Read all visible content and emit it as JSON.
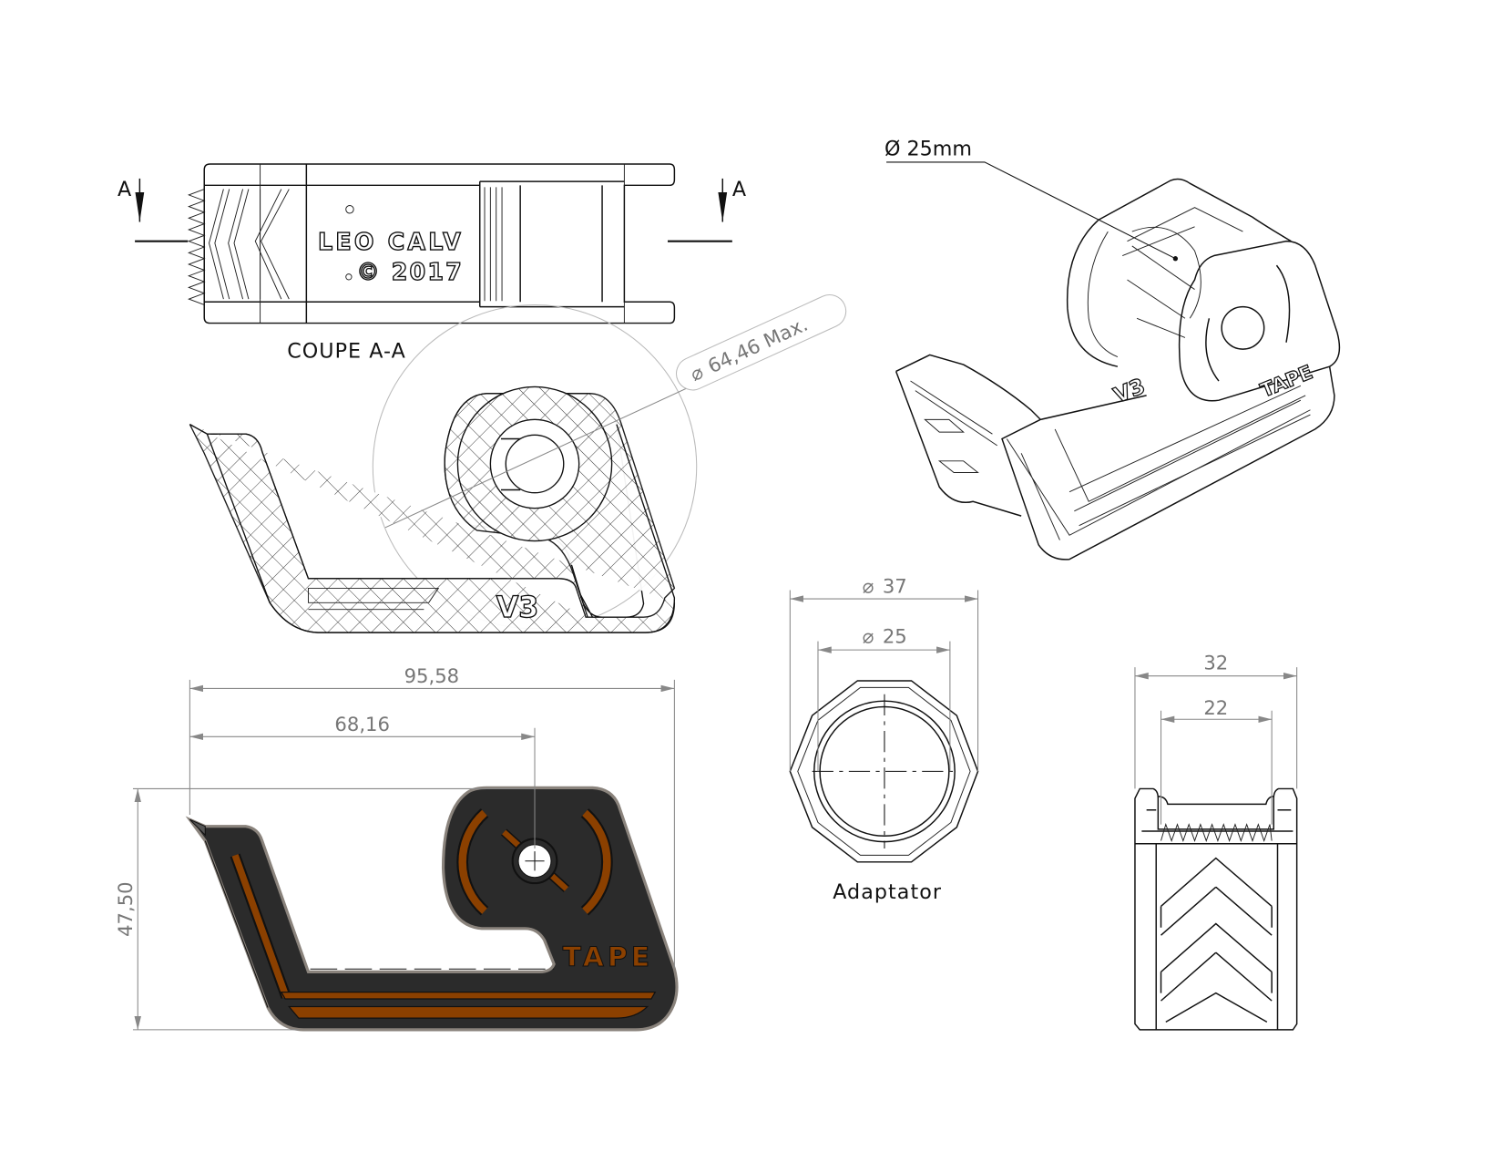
{
  "colors": {
    "body_dark": "#2b2b2b",
    "accent_orange": "#8b4000",
    "edge_grey": "#8a837c",
    "dimension_grey": "#888888"
  },
  "section_view": {
    "label": "COUPE A-A",
    "cut_marker_left": "A",
    "cut_marker_right": "A",
    "engraving_line1": "LEO CALV",
    "engraving_line2": "© 2017"
  },
  "side_view": {
    "max_roll_diameter": "64,46 Max.",
    "diameter_symbol": "⌀",
    "emboss_text": "V3"
  },
  "iso_view": {
    "callout": "Ø 25mm",
    "emboss_v": "V3",
    "emboss_tape": "TAPE"
  },
  "colored_view": {
    "emboss_text": "TAPE",
    "dim_length": "95,58",
    "dim_axis": "68,16",
    "dim_height": "47,50"
  },
  "adaptator": {
    "label": "Adaptator",
    "dim_outer": "37",
    "dim_inner": "25",
    "diameter_symbol": "⌀"
  },
  "front_view": {
    "dim_width": "32",
    "dim_inner_width": "22"
  }
}
